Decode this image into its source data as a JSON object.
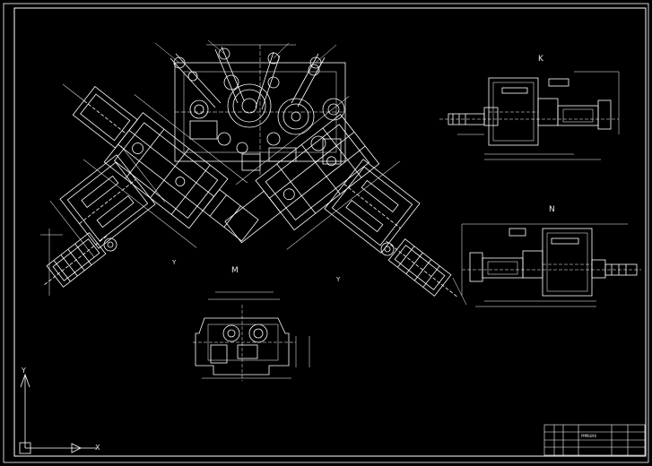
{
  "colors": {
    "background": "#000000",
    "line": "#ffffff",
    "dim": "#bfbfbf"
  },
  "views": {
    "k": "K",
    "n": "N",
    "m": "M",
    "y_left": "Y",
    "y_right": "Y"
  },
  "ucs": {
    "x_axis": "X",
    "y_axis": "Y"
  },
  "title_block": {
    "name": "PMM6698"
  }
}
